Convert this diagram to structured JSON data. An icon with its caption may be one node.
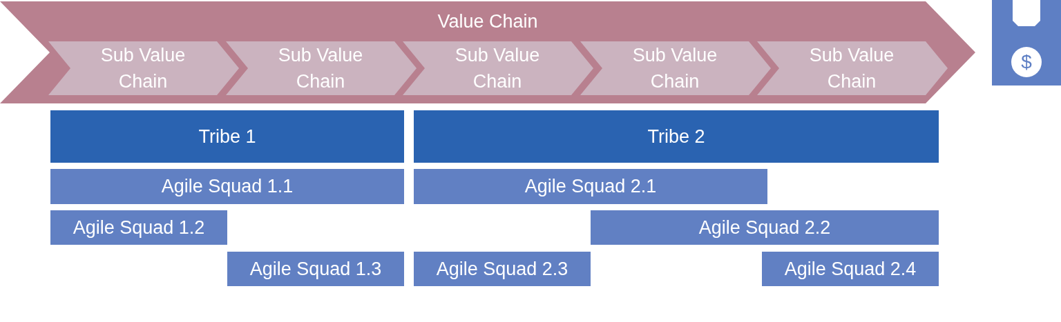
{
  "diagram": {
    "nodes": [
      {
        "text": [
          "Value Chain"
        ]
      },
      {
        "text": [
          "Sub Value Chain"
        ],
        "in": 0
      },
      {
        "text": [
          "Sub Value Chain"
        ],
        "in": 0
      },
      {
        "text": [
          "Sub Value Chain"
        ],
        "in": 0
      },
      {
        "text": [
          "Sub Value Chain"
        ],
        "in": 0
      },
      {
        "text": [
          "Sub Value Chain"
        ],
        "in": 0
      },
      {
        "text": [
          "$"
        ]
      },
      {
        "text": [
          "Tribe 1"
        ]
      },
      {
        "text": [
          "Tribe 2"
        ]
      },
      {
        "text": [
          "Agile Squad 1.1"
        ]
      },
      {
        "text": [
          "Agile Squad 2.1"
        ]
      },
      {
        "text": [
          "Agile Squad 1.2"
        ]
      },
      {
        "text": [
          "Agile Squad 2.2"
        ]
      },
      {
        "text": [
          "Agile Squad 1.3"
        ]
      },
      {
        "text": [
          "Agile Squad 2.3"
        ]
      },
      {
        "text": [
          "Agile Squad 2.4"
        ]
      }
    ]
  }
}
